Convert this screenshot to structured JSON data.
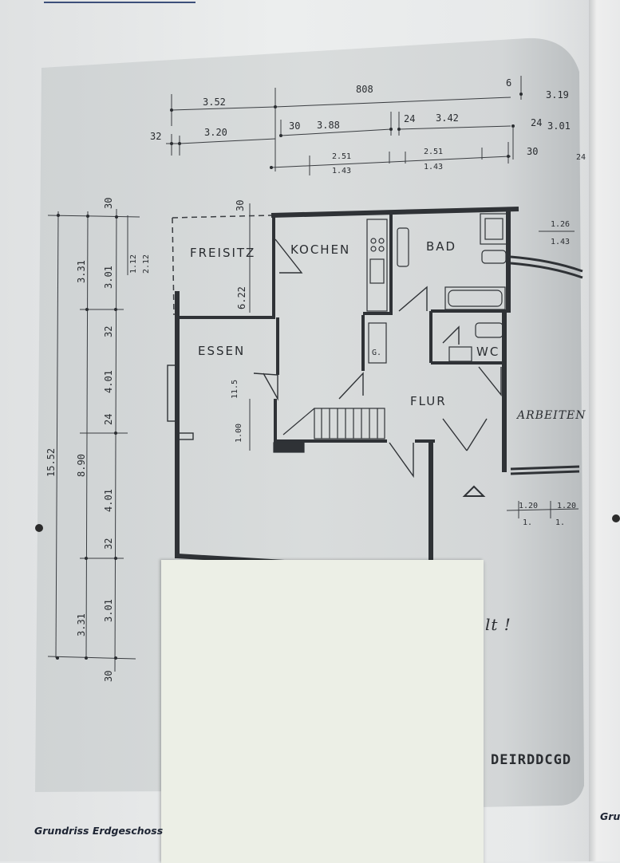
{
  "caption": {
    "left": "Grundriss Erdgeschoss",
    "right": "Gru"
  },
  "rooms": {
    "freisitz": "FREISITZ",
    "kochen": "KOCHEN",
    "bad": "BAD",
    "essen": "ESSEN",
    "wc": "WC",
    "flur": "FLUR",
    "arbeiten": "ARBEITEN",
    "g": "G."
  },
  "dimensions": {
    "top": {
      "d808": "808",
      "d352": "3.52",
      "d320": "3.20",
      "d32": "32",
      "d30a": "30",
      "d388": "3.88",
      "d24a": "24",
      "d342": "3.42",
      "d6": "6",
      "d319": "3.19",
      "d24b": "24",
      "d301a": "3.01",
      "d30b": "30",
      "d251a": "2.51",
      "d143a": "1.43",
      "d251b": "2.51",
      "d143b": "1.43",
      "d24c": "24"
    },
    "left": {
      "d30top": "30",
      "d331a": "3.31",
      "d301a": "3.01",
      "d112": "1.12",
      "d212": "2.12",
      "d32a": "32",
      "d401a": "4.01",
      "d24": "24",
      "d1552": "15.52",
      "d890": "8.90",
      "d401b": "4.01",
      "d32b": "32",
      "d331b": "3.31",
      "d301b": "3.01",
      "d30bot": "30"
    },
    "inner": {
      "d30": "30",
      "d622": "6.22",
      "d115": "11.5",
      "d100": "1.00",
      "d126": "1.26",
      "d143": "1.43",
      "d120a": "1.20",
      "d1a": "1.",
      "d120b": "1.20",
      "d1b": "1."
    }
  },
  "handwriting": {
    "note": "lt !"
  },
  "stamp": "DEIRDDCGD"
}
